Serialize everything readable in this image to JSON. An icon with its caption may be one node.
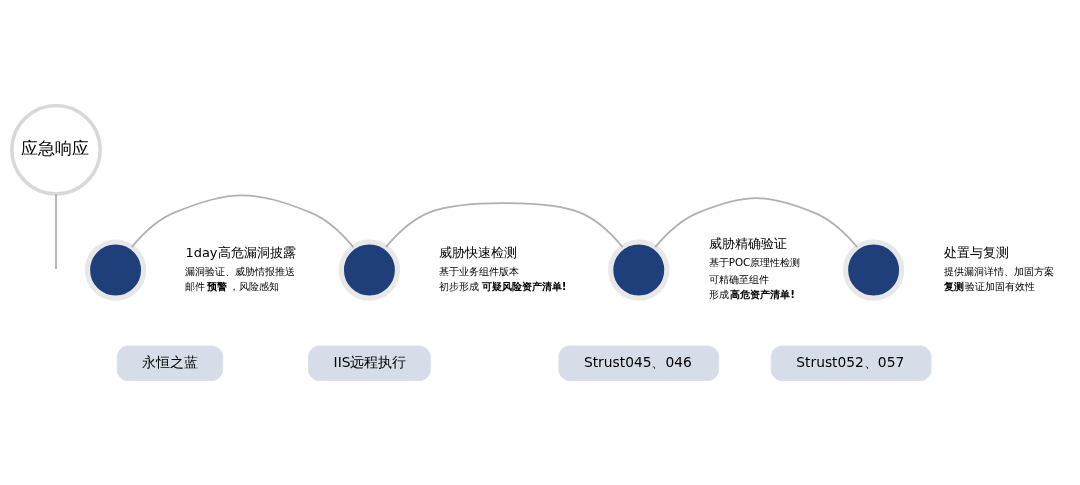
{
  "diagram": {
    "nodes": [
      {
        "text": [
          "应急响应"
        ]
      },
      {
        "text": [],
        "shape": "circle",
        "beside": [
          "1day高危漏洞披露",
          "漏洞验证、威胁情报推送",
          "邮件**预警**，风险感知"
        ]
      },
      {
        "text": [],
        "shape": "circle",
        "beside": [
          "威胁快速检测",
          "基于业务组件版本",
          "初步形成**可疑风险资产清单!**"
        ]
      },
      {
        "text": [],
        "shape": "circle",
        "beside": [
          "威胁精确验证",
          "基于POC原理性检测",
          "可精确至组件",
          "形成**高危资产清单!**"
        ]
      },
      {
        "text": [],
        "shape": "circle",
        "beside": [
          "处置与复测",
          "提供漏洞详情、加固方案",
          "**复测**验证加固有效性"
        ]
      },
      {
        "text": [
          "永恒之蓝"
        ]
      },
      {
        "text": [
          "IIS远程执行"
        ]
      },
      {
        "text": [
          "Strust045、046"
        ]
      },
      {
        "text": [
          "Strust052、057"
        ]
      }
    ],
    "edges": [
      {
        "from": 1,
        "to": 2,
        "arrow": "none"
      },
      {
        "from": 2,
        "to": 3,
        "arrow": "none"
      },
      {
        "from": 3,
        "to": 4,
        "arrow": "none"
      },
      {
        "from": 0,
        "to": null,
        "arrow": "none"
      }
    ]
  }
}
